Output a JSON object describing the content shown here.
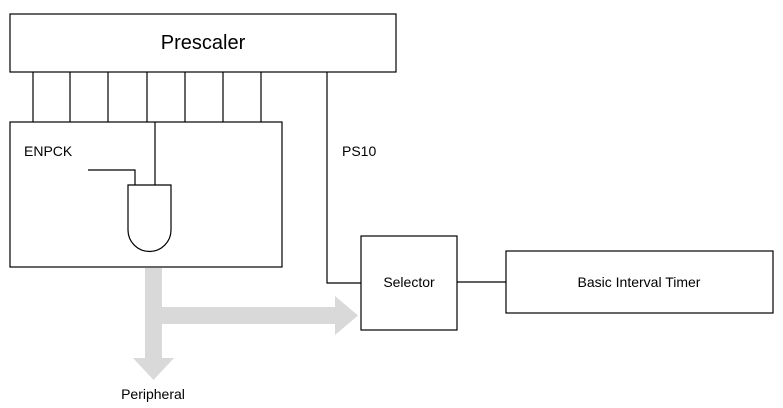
{
  "diagram": {
    "prescaler_label": "Prescaler",
    "enable_label": "ENPCK",
    "ps_label": "PS10",
    "selector_label": "Selector",
    "timer_label": "Basic Interval Timer",
    "peripheral_label": "Peripheral"
  },
  "colors": {
    "line": "#000000",
    "flow_arrow": "#d9d9d9",
    "background": "#ffffff"
  }
}
